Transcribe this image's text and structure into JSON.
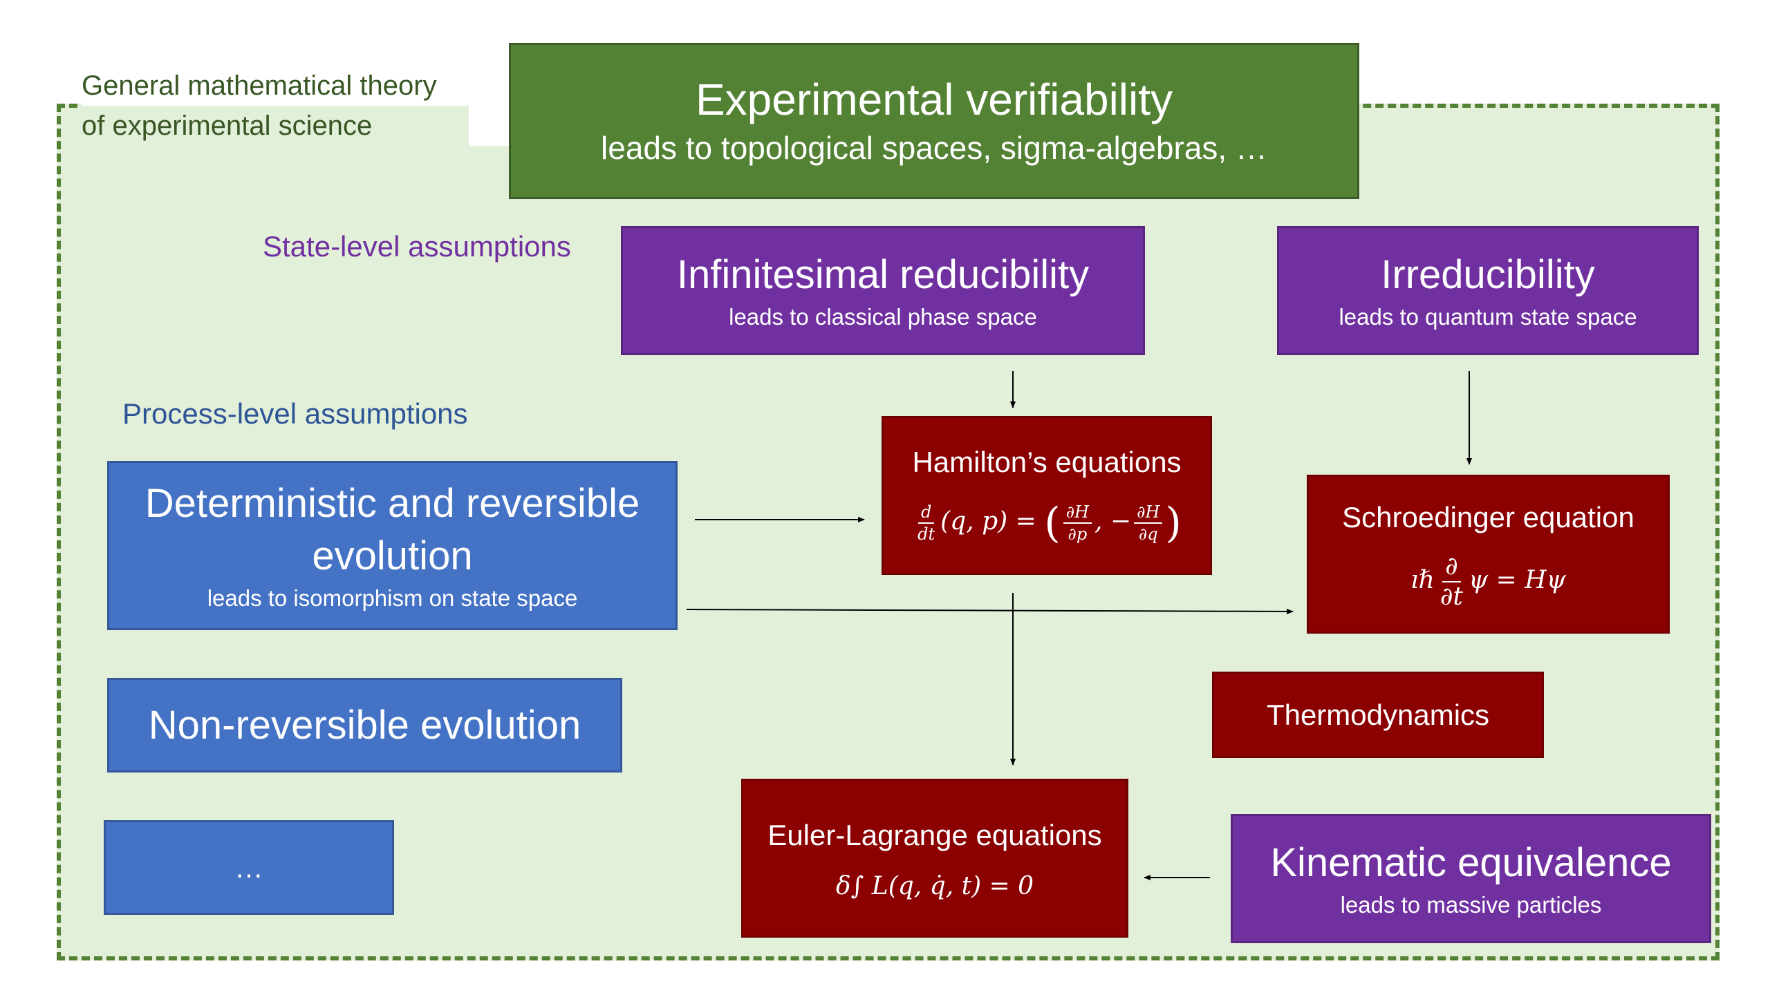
{
  "frame": {
    "caption_line1": "General mathematical theory",
    "caption_line2": "of experimental science"
  },
  "labels": {
    "state_level": "State-level assumptions",
    "process_level": "Process-level assumptions"
  },
  "experimental": {
    "title": "Experimental verifiability",
    "subtitle": "leads to topological spaces, sigma-algebras, …"
  },
  "infinitesimal": {
    "title": "Infinitesimal reducibility",
    "subtitle": "leads to classical phase space"
  },
  "irreducibility": {
    "title": "Irreducibility",
    "subtitle": "leads to quantum state space"
  },
  "deterministic": {
    "title_line1": "Deterministic and reversible",
    "title_line2": "evolution",
    "subtitle": "leads to isomorphism on state space"
  },
  "nonreversible": {
    "title": "Non-reversible evolution"
  },
  "ellipsis_box": {
    "title": "…"
  },
  "hamilton": {
    "title": "Hamilton’s equations",
    "formula": {
      "d": "d",
      "dt": "dt",
      "qp": "(q, p) =",
      "dH1": "∂H",
      "dp": "∂p",
      "sep": ", −",
      "dH2": "∂H",
      "dq": "∂q"
    }
  },
  "schroedinger": {
    "title": "Schroedinger equation",
    "formula": {
      "prefix": "ıℏ",
      "num": "∂",
      "den": "∂t",
      "suffix": "ψ = Hψ"
    }
  },
  "thermodynamics": {
    "title": "Thermodynamics"
  },
  "euler": {
    "title": "Euler-Lagrange equations",
    "formula": "δ∫ L(q, q̇, t) = 0"
  },
  "kinematic": {
    "title": "Kinematic equivalence",
    "subtitle": "leads to massive particles"
  },
  "colors": {
    "green": "#548235",
    "purple": "#7030a0",
    "blue": "#4472c4",
    "dark_red": "#8b0000",
    "frame_fill": "#e2efd9"
  }
}
